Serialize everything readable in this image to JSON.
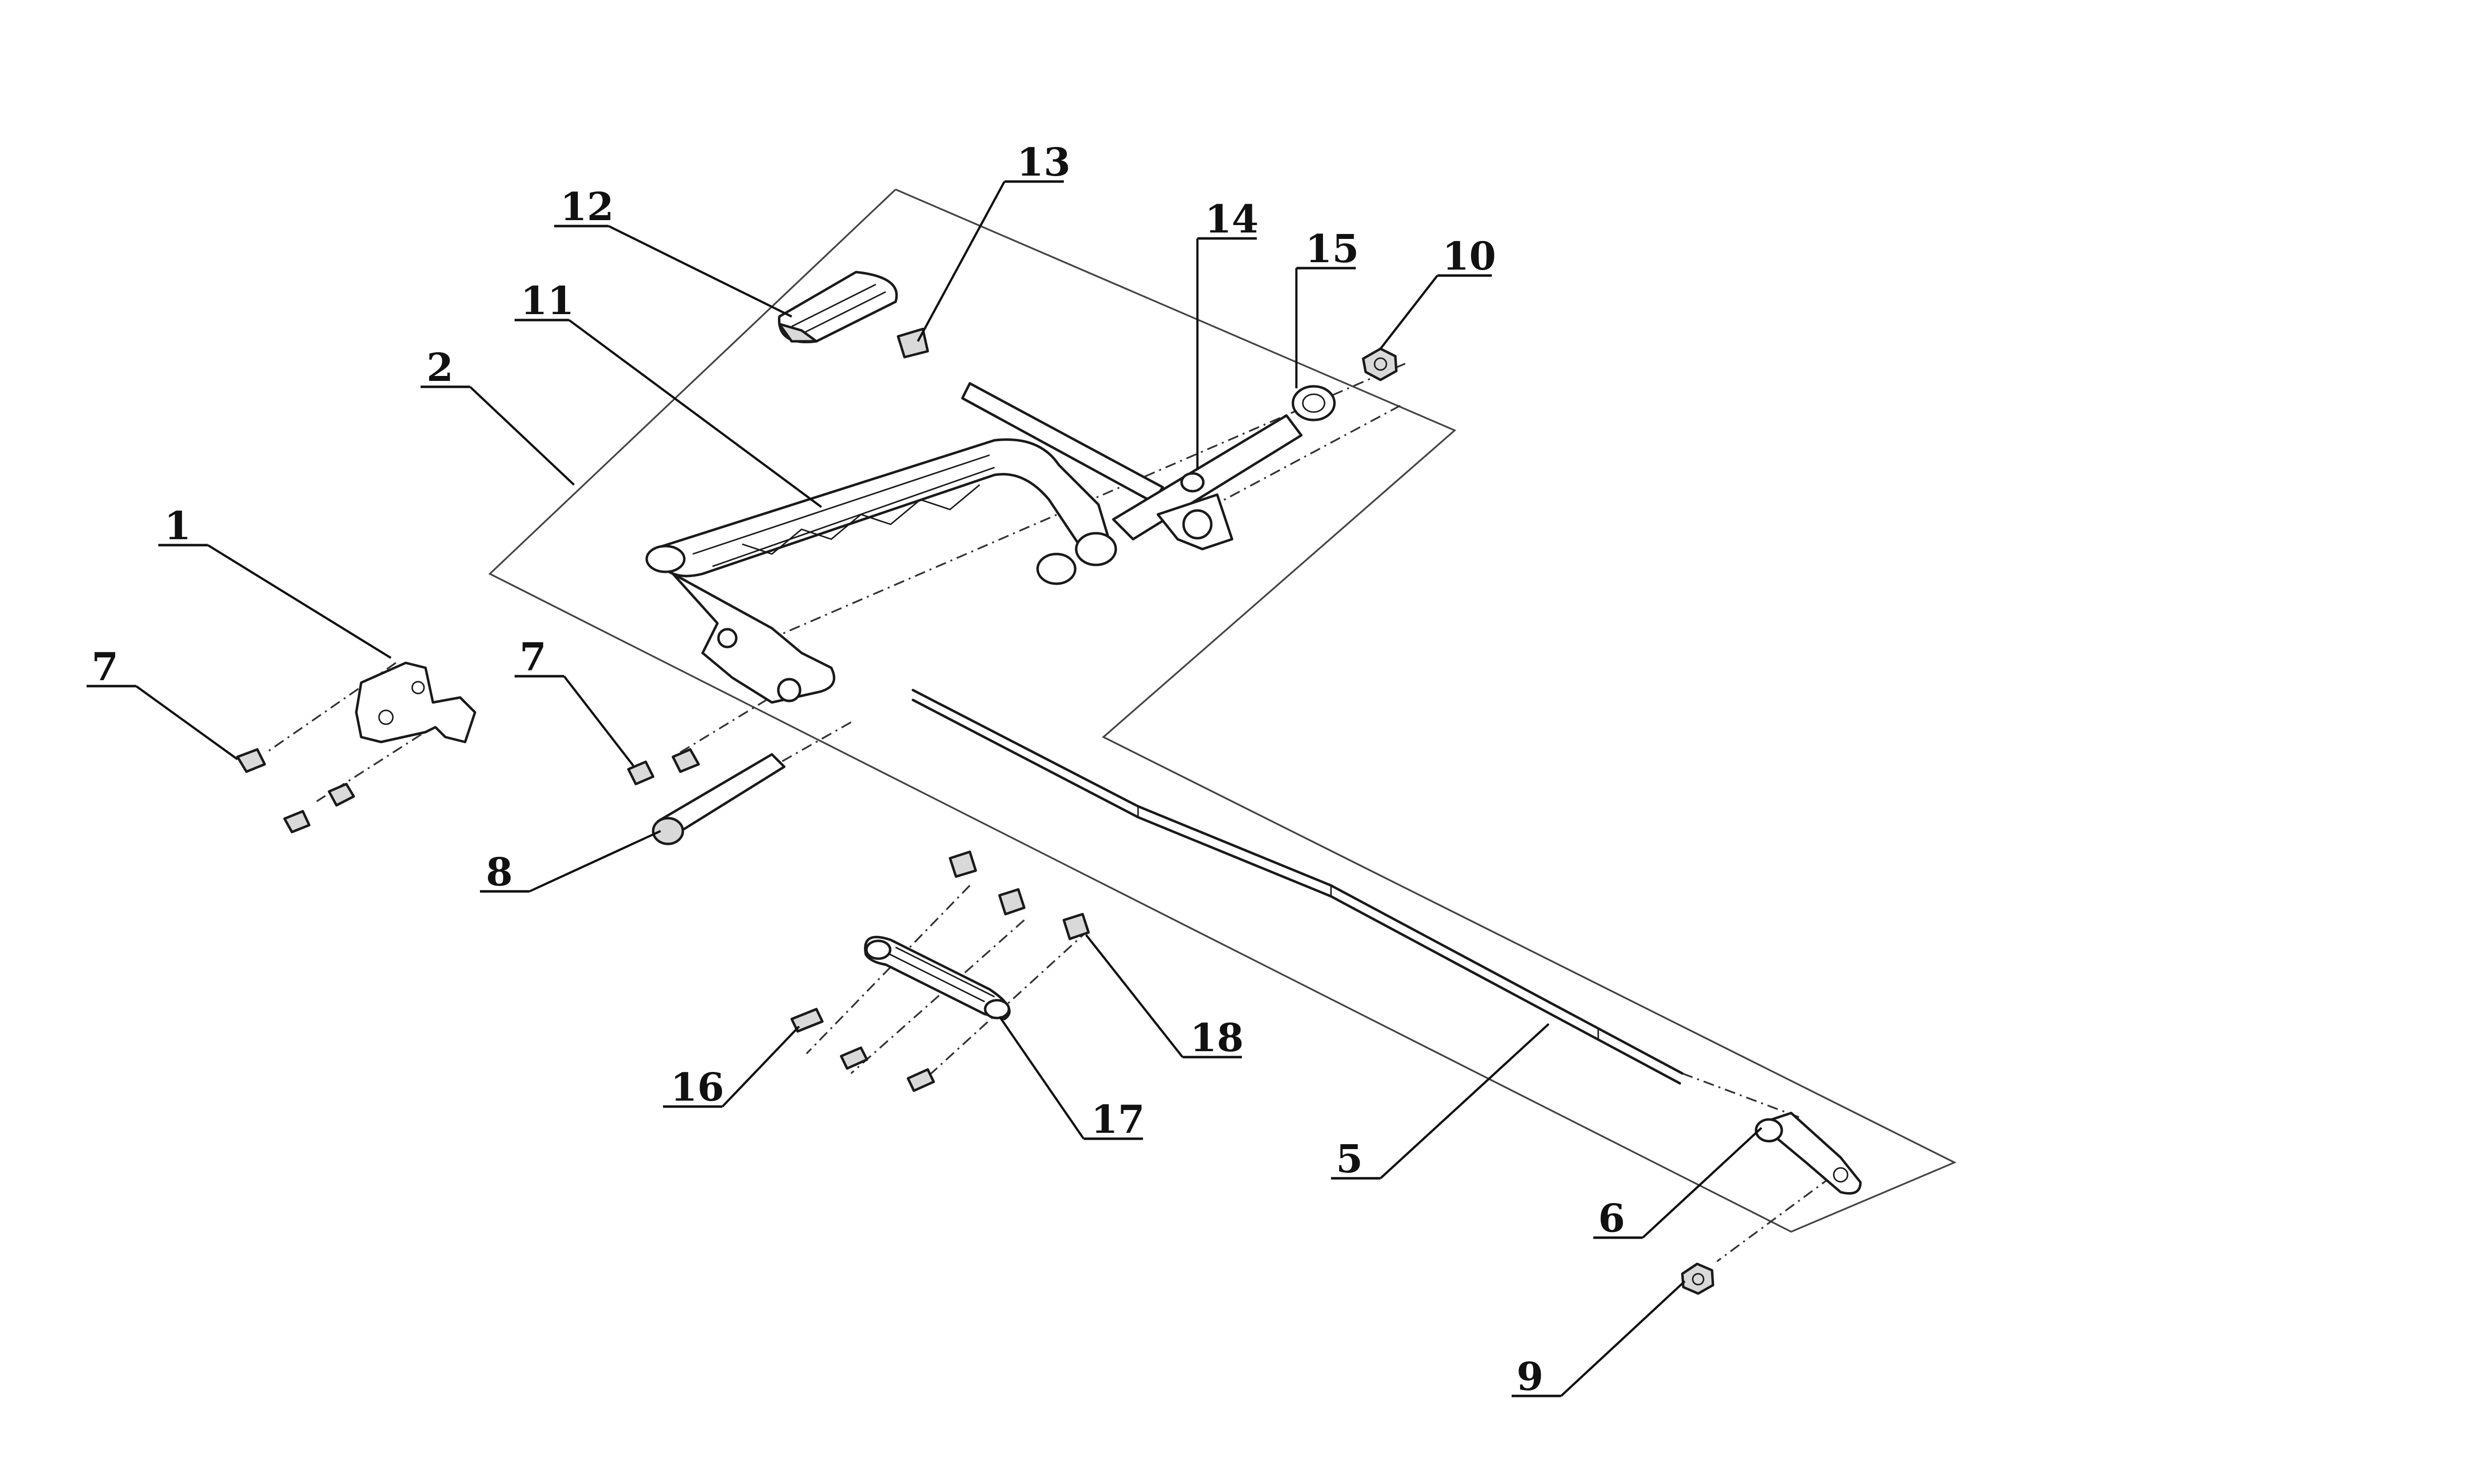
{
  "diagram": {
    "callouts": [
      {
        "id": "c1",
        "label": "1"
      },
      {
        "id": "c2",
        "label": "2"
      },
      {
        "id": "c5",
        "label": "5"
      },
      {
        "id": "c6",
        "label": "6"
      },
      {
        "id": "c7a",
        "label": "7"
      },
      {
        "id": "c7b",
        "label": "7"
      },
      {
        "id": "c8",
        "label": "8"
      },
      {
        "id": "c9",
        "label": "9"
      },
      {
        "id": "c10",
        "label": "10"
      },
      {
        "id": "c11",
        "label": "11"
      },
      {
        "id": "c12",
        "label": "12"
      },
      {
        "id": "c13",
        "label": "13"
      },
      {
        "id": "c14",
        "label": "14"
      },
      {
        "id": "c15",
        "label": "15"
      },
      {
        "id": "c16",
        "label": "16"
      },
      {
        "id": "c17",
        "label": "17"
      },
      {
        "id": "c18",
        "label": "18"
      }
    ]
  },
  "colors": {
    "line": "#1a1a1a",
    "background": "#ffffff"
  }
}
